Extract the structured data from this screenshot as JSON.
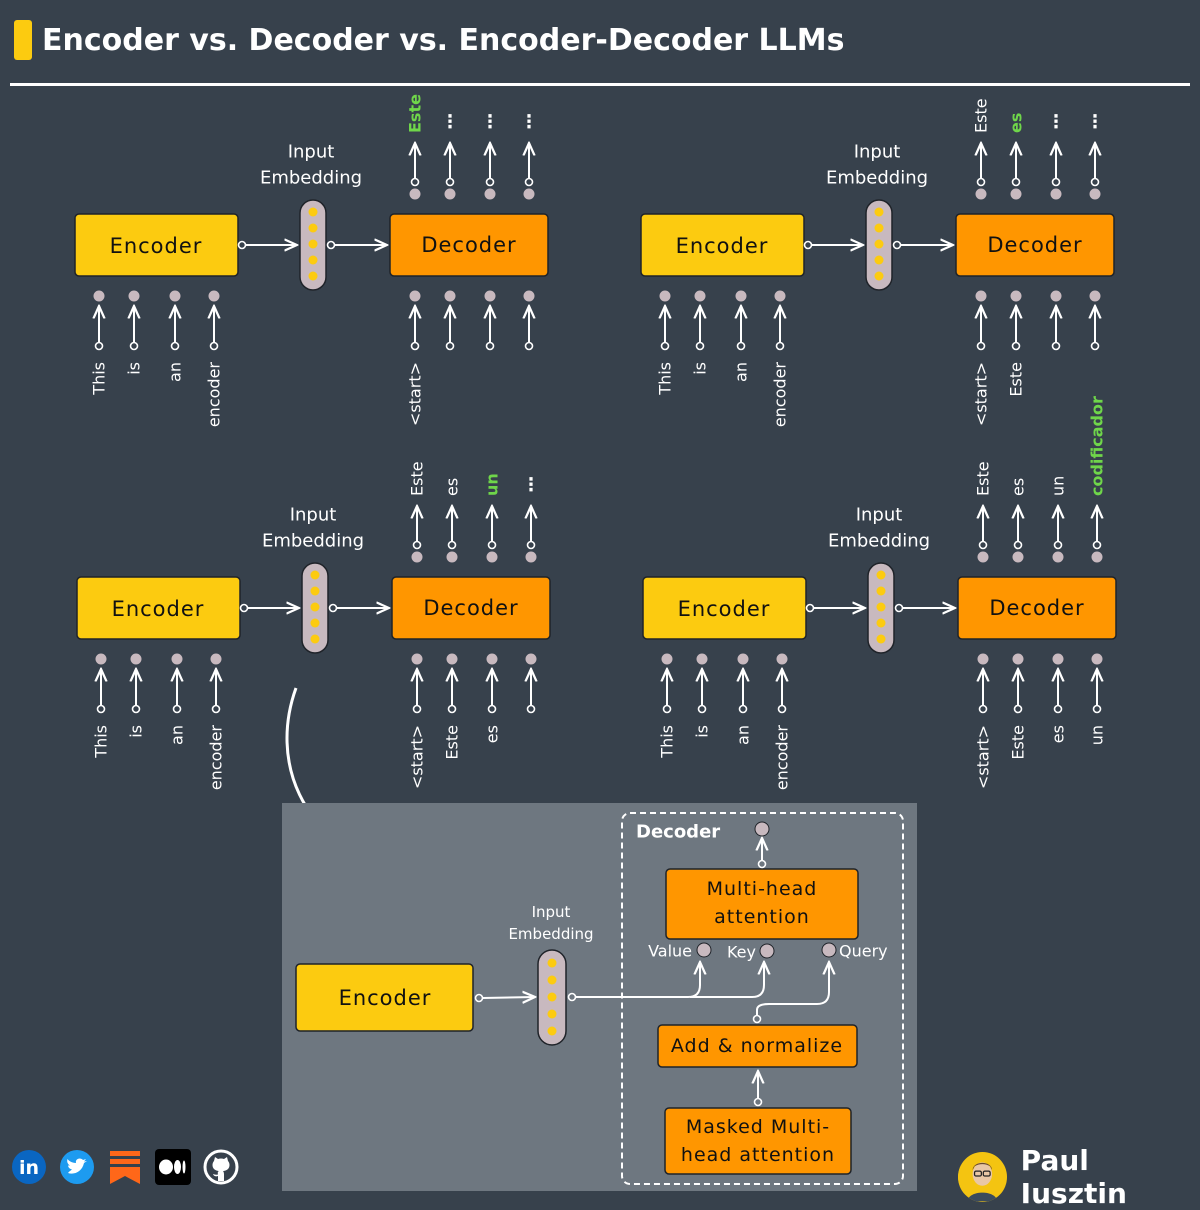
{
  "header": {
    "title": "Encoder vs. Decoder vs. Encoder-Decoder LLMs"
  },
  "colors": {
    "background": "#37414c",
    "encoder": "#fccb10",
    "decoder": "#ff9600",
    "highlight": "#6fd64a",
    "node": "#c8b9bf",
    "detail_panel": "#6e7780"
  },
  "panels": [
    {
      "encoder_label": "Encoder",
      "decoder_label": "Decoder",
      "embedding_label": [
        "Input",
        "Embedding"
      ],
      "input_tokens": [
        "This",
        "is",
        "an",
        "encoder"
      ],
      "decoder_inputs": [
        "<start>",
        "",
        "",
        ""
      ],
      "decoder_outputs": [
        "Este",
        "⋮",
        "⋮",
        "⋮"
      ],
      "highlight_index": 0
    },
    {
      "encoder_label": "Encoder",
      "decoder_label": "Decoder",
      "embedding_label": [
        "Input",
        "Embedding"
      ],
      "input_tokens": [
        "This",
        "is",
        "an",
        "encoder"
      ],
      "decoder_inputs": [
        "<start>",
        "Este",
        "",
        ""
      ],
      "decoder_outputs": [
        "Este",
        "es",
        "⋮",
        "⋮"
      ],
      "highlight_index": 1
    },
    {
      "encoder_label": "Encoder",
      "decoder_label": "Decoder",
      "embedding_label": [
        "Input",
        "Embedding"
      ],
      "input_tokens": [
        "This",
        "is",
        "an",
        "encoder"
      ],
      "decoder_inputs": [
        "<start>",
        "Este",
        "es",
        ""
      ],
      "decoder_outputs": [
        "Este",
        "es",
        "un",
        "⋮"
      ],
      "highlight_index": 2
    },
    {
      "encoder_label": "Encoder",
      "decoder_label": "Decoder",
      "embedding_label": [
        "Input",
        "Embedding"
      ],
      "input_tokens": [
        "This",
        "is",
        "an",
        "encoder"
      ],
      "decoder_inputs": [
        "<start>",
        "Este",
        "es",
        "un"
      ],
      "decoder_outputs": [
        "Este",
        "es",
        "un",
        "codificador"
      ],
      "highlight_index": 3
    }
  ],
  "detail": {
    "encoder_label": "Encoder",
    "embedding_label": [
      "Input",
      "Embedding"
    ],
    "decoder_title": "Decoder",
    "mha_label": [
      "Multi-head",
      "attention"
    ],
    "add_norm_label": "Add & normalize",
    "masked_label": [
      "Masked Multi-",
      "head attention"
    ],
    "value_label": "Value",
    "key_label": "Key",
    "query_label": "Query"
  },
  "footer": {
    "icons": [
      "linkedin-icon",
      "twitter-icon",
      "substack-icon",
      "medium-icon",
      "github-icon"
    ],
    "linkedin_text": "in",
    "medium_text": "M",
    "author_name": "Paul Iusztin"
  }
}
